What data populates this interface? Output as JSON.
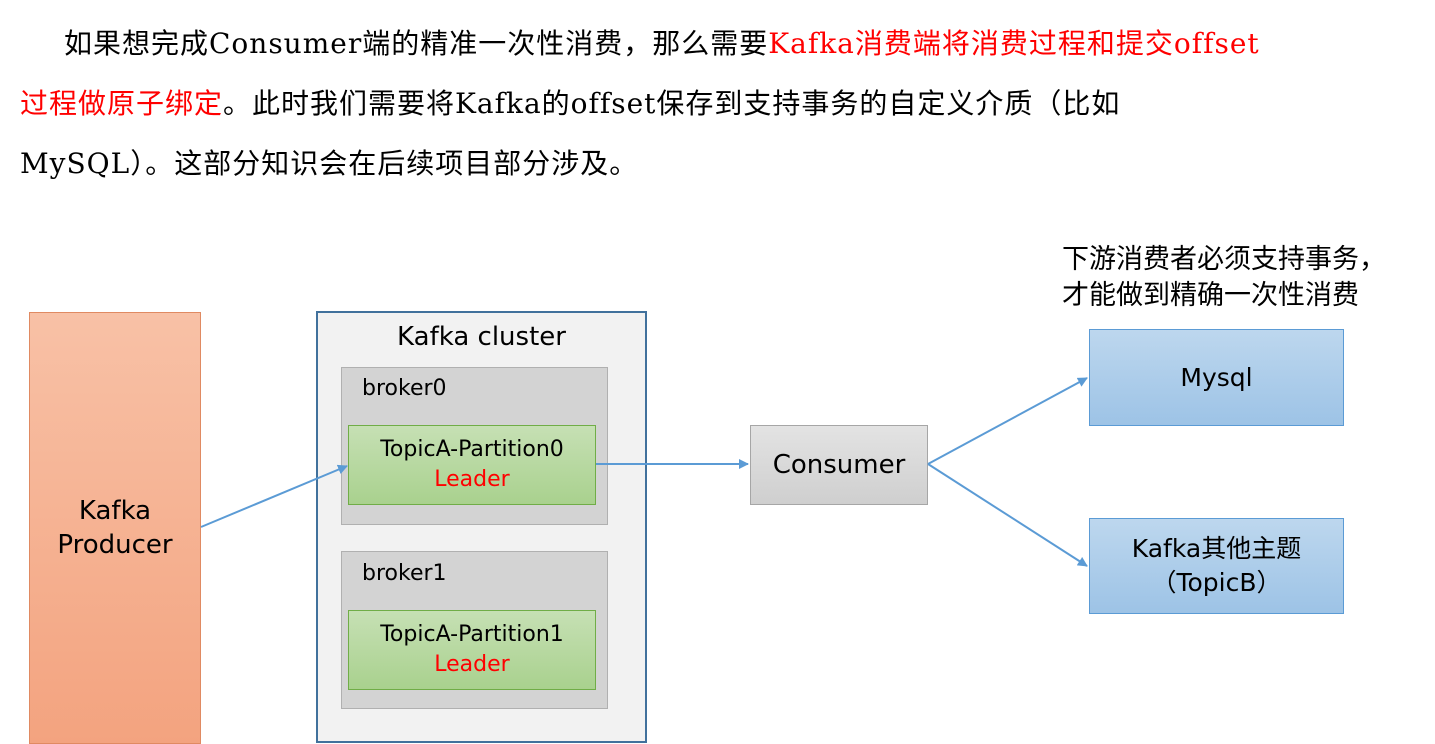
{
  "paragraph": {
    "line1_part1": "如果想完成Consumer端的精准一次性消费，那么需要",
    "line1_red": "Kafka消费端将消费过程和提交offset",
    "line2_red": "过程做原子绑定",
    "line2_part2": "。此时我们需要将Kafka的offset保存到支持事务的自定义介质（比如",
    "line3": "MySQL）。这部分知识会在后续项目部分涉及。"
  },
  "producer": {
    "line1": "Kafka",
    "line2": "Producer"
  },
  "cluster": {
    "title": "Kafka cluster",
    "brokers": [
      {
        "label": "broker0",
        "partition": "TopicA-Partition0",
        "role": "Leader"
      },
      {
        "label": "broker1",
        "partition": "TopicA-Partition1",
        "role": "Leader"
      }
    ]
  },
  "consumer": {
    "label": "Consumer"
  },
  "note": {
    "line1": "下游消费者必须支持事务，",
    "line2": "才能做到精确一次性消费"
  },
  "targets": {
    "mysql": "Mysql",
    "other_line1": "Kafka其他主题",
    "other_line2": "（TopicB）"
  },
  "colors": {
    "arrow": "#5b9bd5",
    "highlight_text": "#ff0000",
    "producer_fill": "#f4b183",
    "partition_fill": "#a9d18e",
    "target_fill": "#9dc3e6",
    "cluster_border": "#41719c"
  }
}
